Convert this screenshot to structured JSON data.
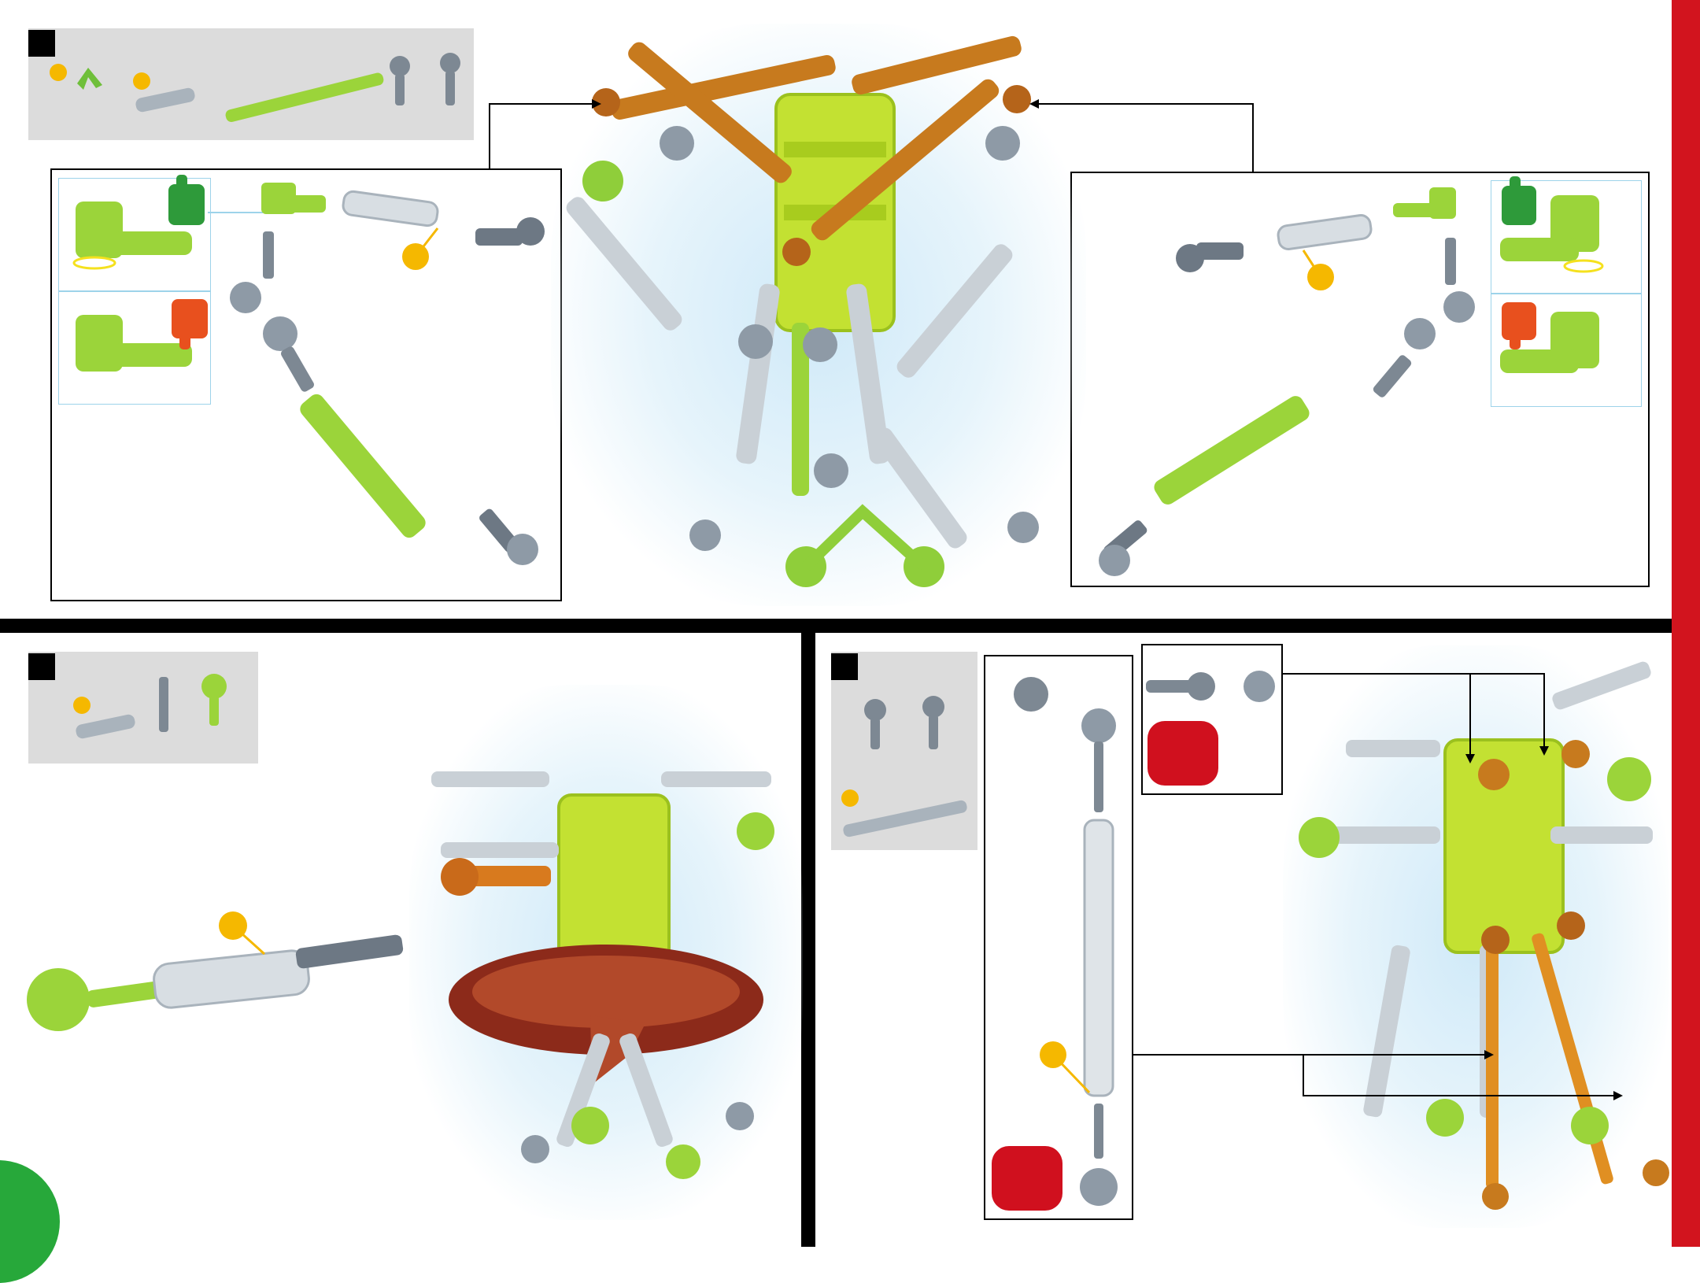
{
  "colors": {
    "accent_band": "#d2141e",
    "corner_circle": "#27a83a",
    "callout_marker": "#f5b800",
    "tray_background": "#dcdcdc",
    "piece_green": "#9bd43a",
    "piece_gray": "#8e9aa6",
    "piece_orange": "#c77a1e",
    "badge_red": "#d0101e",
    "rotation_arrow": "#8c2a1a"
  },
  "icons": {
    "thumbs_up": "thumbs-up-icon",
    "thumbs_down": "thumbs-down-icon",
    "rotation_arrow": "rotation-arrow-icon"
  },
  "panels": {
    "top": {
      "name": "step-panel-top",
      "parts": [
        "connector-v",
        "short-gray-tube",
        "long-green-rod",
        "ball-socket",
        "ball-joint"
      ]
    },
    "bottom_left": {
      "name": "step-panel-bottom-left",
      "parts": [
        "short-gray-tube",
        "axle-pin",
        "green-cup-joint"
      ]
    },
    "bottom_right": {
      "name": "step-panel-bottom-right",
      "parts": [
        "ball-socket",
        "ball-joint",
        "long-gray-tube"
      ]
    }
  }
}
